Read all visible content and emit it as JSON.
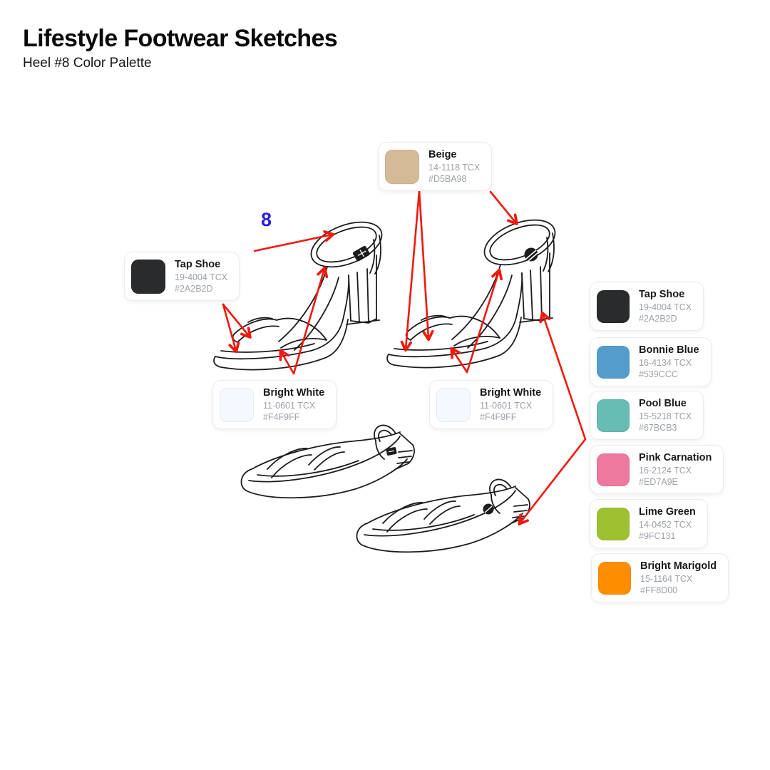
{
  "header": {
    "title": "Lifestyle Footwear Sketches",
    "subtitle": "Heel #8 Color Palette"
  },
  "annotation": {
    "number": "8",
    "color": "#2B23D8"
  },
  "colors": {
    "arrow": "#F2180B",
    "sketch_ink": "#1C1C1E"
  },
  "callout_cards": [
    {
      "name": "Beige",
      "code": "14-1118 TCX",
      "hex": "#D5BA98"
    },
    {
      "name": "Tap Shoe",
      "code": "19-4004 TCX",
      "hex": "#2A2B2D"
    },
    {
      "name": "Bright White",
      "code": "11-0601 TCX",
      "hex": "#F4F9FF"
    },
    {
      "name": "Bright White",
      "code": "11-0601 TCX",
      "hex": "#F4F9FF"
    }
  ],
  "palette_column": [
    {
      "name": "Tap Shoe",
      "code": "19-4004 TCX",
      "hex": "#2A2B2D"
    },
    {
      "name": "Bonnie Blue",
      "code": "16-4134 TCX",
      "hex": "#539CCC"
    },
    {
      "name": "Pool Blue",
      "code": "15-5218 TCX",
      "hex": "#67BCB3"
    },
    {
      "name": "Pink Carnation",
      "code": "16-2124 TCX",
      "hex": "#ED7A9E"
    },
    {
      "name": "Lime Green",
      "code": "14-0452 TCX",
      "hex": "#9FC131"
    },
    {
      "name": "Bright Marigold",
      "code": "15-1164 TCX",
      "hex": "#FF8D00"
    }
  ]
}
